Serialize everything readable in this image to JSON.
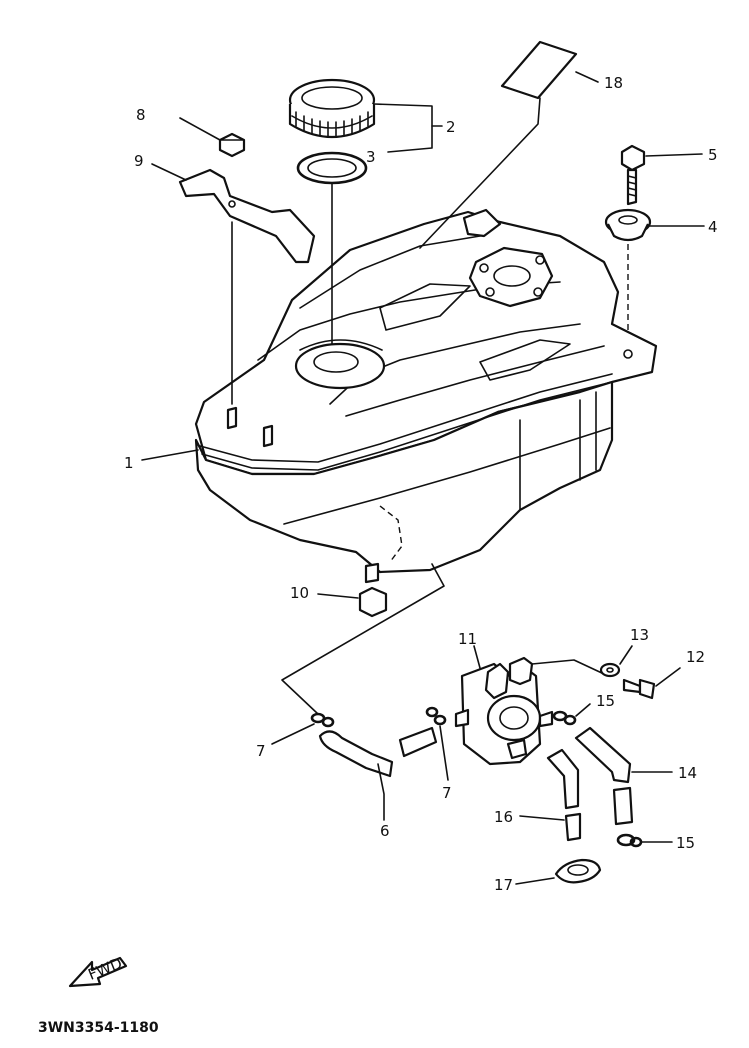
{
  "diagram": {
    "callouts": [
      {
        "id": "18",
        "text": "18"
      },
      {
        "id": "2",
        "text": "2"
      },
      {
        "id": "3",
        "text": "3"
      },
      {
        "id": "8",
        "text": "8"
      },
      {
        "id": "9",
        "text": "9"
      },
      {
        "id": "5",
        "text": "5"
      },
      {
        "id": "4",
        "text": "4"
      },
      {
        "id": "1",
        "text": "1"
      },
      {
        "id": "10",
        "text": "10"
      },
      {
        "id": "11",
        "text": "11"
      },
      {
        "id": "13",
        "text": "13"
      },
      {
        "id": "12",
        "text": "12"
      },
      {
        "id": "15a",
        "text": "15"
      },
      {
        "id": "7a",
        "text": "7"
      },
      {
        "id": "7b",
        "text": "7"
      },
      {
        "id": "14",
        "text": "14"
      },
      {
        "id": "6",
        "text": "6"
      },
      {
        "id": "16",
        "text": "16"
      },
      {
        "id": "15b",
        "text": "15"
      },
      {
        "id": "17",
        "text": "17"
      }
    ],
    "fwd_label": "FWD",
    "drawing_code": "3WN3354-1180"
  }
}
